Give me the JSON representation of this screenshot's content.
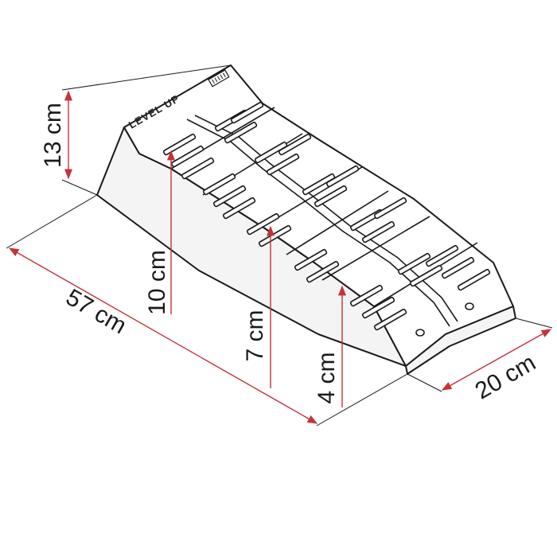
{
  "brand_label": "LEVEL UP",
  "dimensions": {
    "overall_height": "13 cm",
    "step_high": "10 cm",
    "step_mid": "7 cm",
    "step_low": "4 cm",
    "length": "57 cm",
    "width": "20 cm"
  },
  "colors": {
    "dimension_line": "#c4323a",
    "outline": "#1a1a1a",
    "background": "#ffffff"
  }
}
